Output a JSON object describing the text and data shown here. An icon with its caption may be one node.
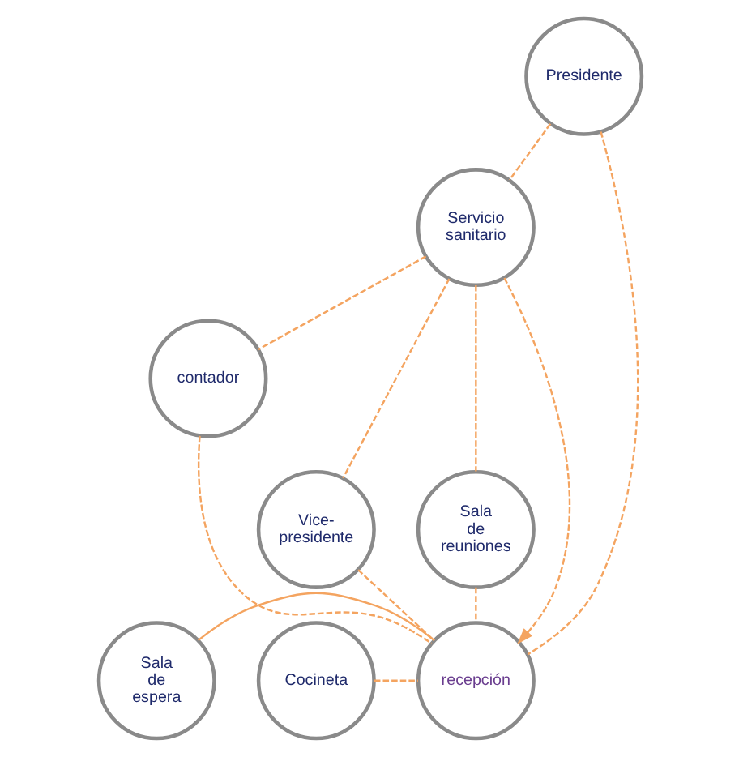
{
  "diagram": {
    "nodes": [
      {
        "text": [
          "Servicio sanitario"
        ]
      },
      {
        "text": [
          "Presidente"
        ]
      },
      {
        "text": [
          "contador"
        ]
      },
      {
        "text": [
          "Vice- presidente"
        ]
      },
      {
        "text": [
          "Sala de reuniones"
        ]
      },
      {
        "text": [
          "Sala de espera"
        ]
      },
      {
        "text": [
          "recepción"
        ]
      },
      {
        "text": [
          "Cocineta"
        ]
      }
    ],
    "edges": [
      {
        "from": 1,
        "to": 0,
        "arrow": "none",
        "style": "dashed"
      },
      {
        "from": 0,
        "to": 2,
        "arrow": "none",
        "style": "dashed"
      },
      {
        "from": 0,
        "to": 3,
        "arrow": "none",
        "style": "dashed"
      },
      {
        "from": 0,
        "to": 6,
        "arrow": "to",
        "style": "dashed"
      },
      {
        "from": 0,
        "to": 4,
        "arrow": "none",
        "style": "dashed"
      },
      {
        "from": 1,
        "to": 6,
        "arrow": "none",
        "style": "dashed"
      },
      {
        "from": 2,
        "to": 6,
        "arrow": "none",
        "style": "dashed"
      },
      {
        "from": 3,
        "to": 6,
        "arrow": "none",
        "style": "dashed"
      },
      {
        "from": 4,
        "to": 6,
        "arrow": "none",
        "style": "dashed"
      },
      {
        "from": 5,
        "to": 6,
        "arrow": "none"
      },
      {
        "from": 7,
        "to": 6,
        "arrow": "none",
        "style": "dashed"
      }
    ]
  }
}
